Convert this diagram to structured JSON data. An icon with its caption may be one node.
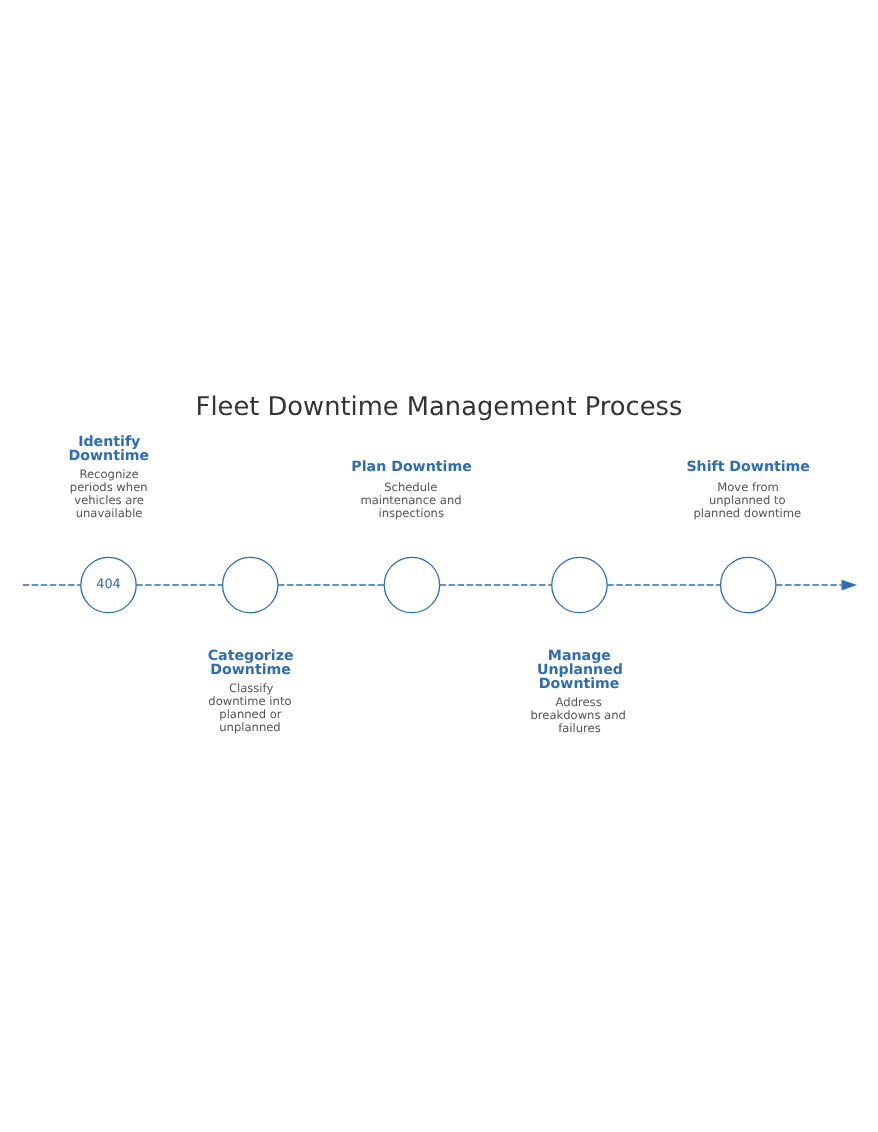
{
  "diagram": {
    "title": "Fleet Downtime Management Process",
    "nodes": [
      {
        "text": [
          "404"
        ],
        "beside": [
          "Identify Downtime",
          "Recognize periods when vehicles are unavailable"
        ]
      },
      {
        "text": [],
        "shape": "circle",
        "beside": [
          "Categorize Downtime",
          "Classify downtime into planned or unplanned"
        ]
      },
      {
        "text": [],
        "shape": "circle",
        "beside": [
          "Plan Downtime",
          "Schedule maintenance and inspections"
        ]
      },
      {
        "text": [],
        "shape": "circle",
        "beside": [
          "Manage Unplanned Downtime",
          "Address breakdowns and failures"
        ]
      },
      {
        "text": [],
        "shape": "circle",
        "beside": [
          "Shift Downtime",
          "Move from unplanned to planned downtime"
        ]
      }
    ],
    "edges": [
      {
        "from": null,
        "to": 0,
        "arrow": "none",
        "style": "dashed"
      },
      {
        "from": 0,
        "to": 1,
        "arrow": "none",
        "style": "dashed"
      },
      {
        "from": 1,
        "to": 2,
        "arrow": "none",
        "style": "dashed"
      },
      {
        "from": 2,
        "to": 3,
        "arrow": "none",
        "style": "dashed"
      },
      {
        "from": 3,
        "to": 4,
        "arrow": "none",
        "style": "dashed"
      },
      {
        "from": 4,
        "to": null,
        "arrow": "to",
        "style": "dashed"
      }
    ]
  }
}
